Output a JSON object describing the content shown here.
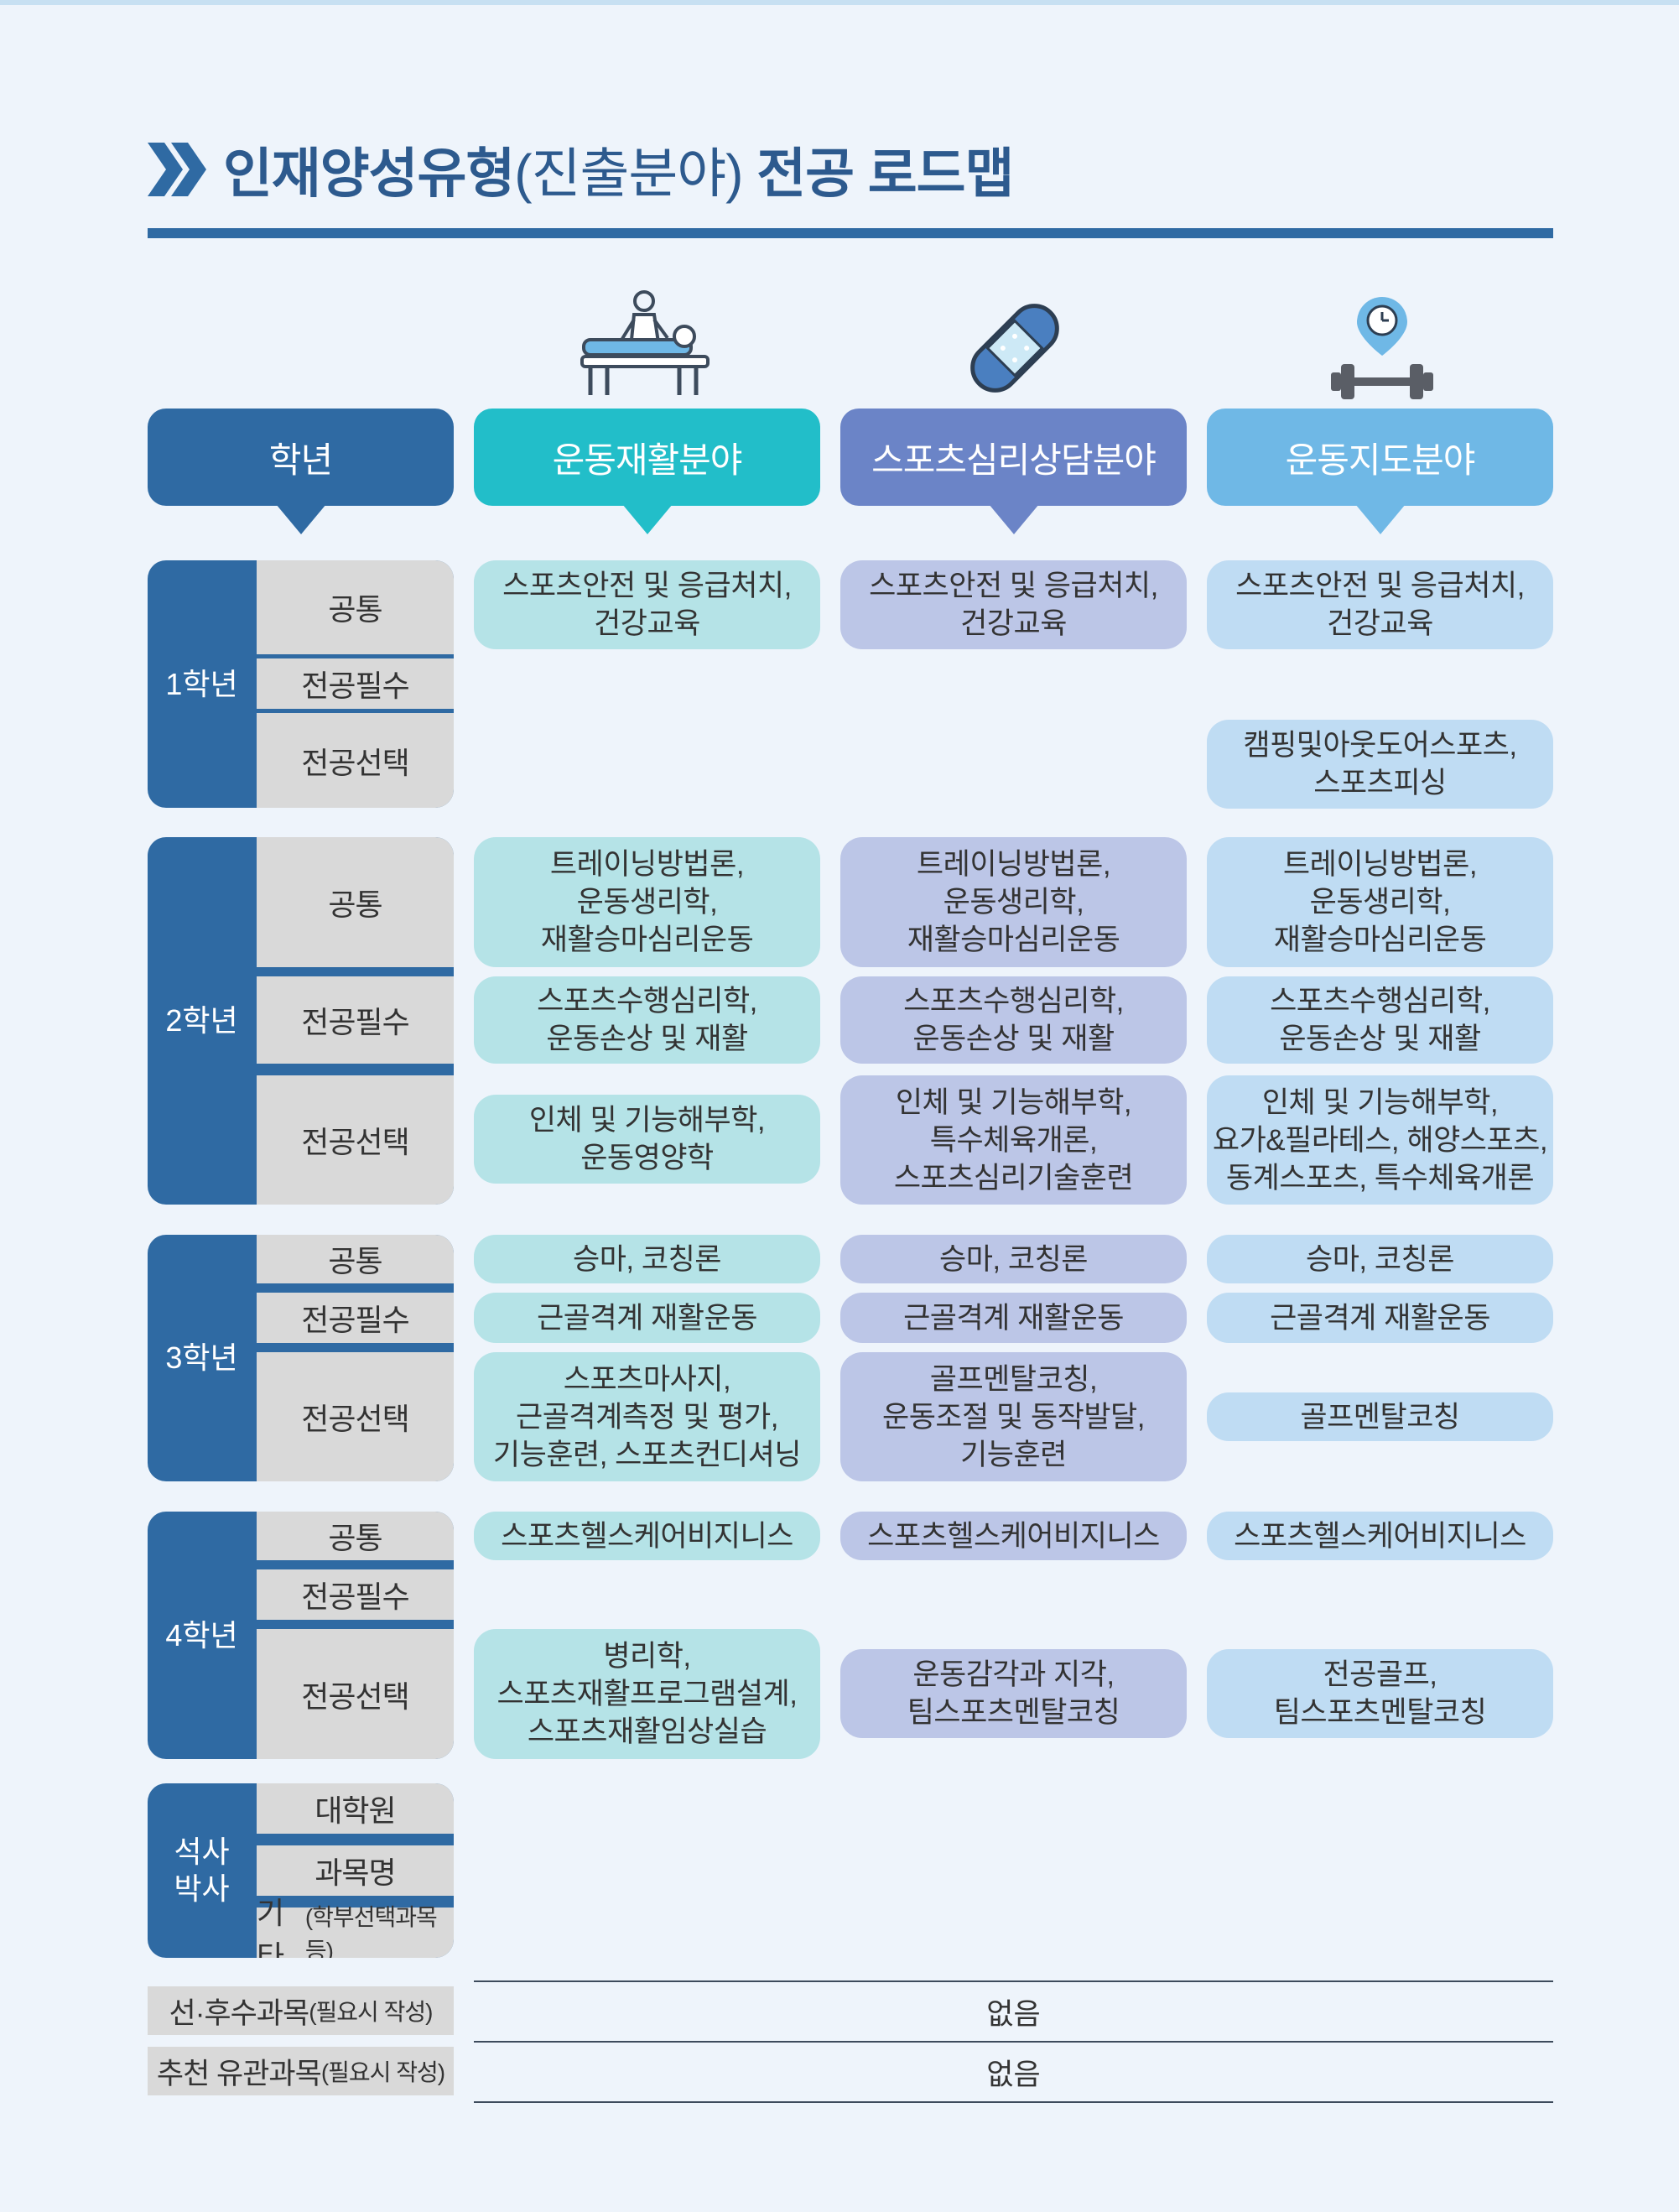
{
  "title": {
    "main": "인재양성유형",
    "paren": "(진출분야)",
    "tail": "전공 로드맵"
  },
  "icons": [
    "massage-therapy-icon",
    "bandage-icon",
    "dumbbell-timer-icon"
  ],
  "colors": {
    "grade": "#2f6aa3",
    "rehab": "#22bec9",
    "counsel": "#6b84c7",
    "coaching": "#6fb8e6"
  },
  "headers": {
    "grade": "학년",
    "c1": "운동재활분야",
    "c2": "스포츠심리상담분야",
    "c3": "운동지도분야"
  },
  "years": [
    {
      "label": "1학년",
      "rows": [
        {
          "type": "공통",
          "c1": "스포츠안전 및 응급처치,\n건강교육",
          "c2": "스포츠안전 및 응급처치,\n건강교육",
          "c3": "스포츠안전 및 응급처치,\n건강교육"
        },
        {
          "type": "전공필수",
          "c1": "",
          "c2": "",
          "c3": ""
        },
        {
          "type": "전공선택",
          "c1": "",
          "c2": "",
          "c3": "캠핑및아웃도어스포츠,\n스포츠피싱"
        }
      ]
    },
    {
      "label": "2학년",
      "rows": [
        {
          "type": "공통",
          "c1": "트레이닝방법론,\n운동생리학,\n재활승마심리운동",
          "c2": "트레이닝방법론,\n운동생리학,\n재활승마심리운동",
          "c3": "트레이닝방법론,\n운동생리학,\n재활승마심리운동"
        },
        {
          "type": "전공필수",
          "c1": "스포츠수행심리학,\n운동손상 및 재활",
          "c2": "스포츠수행심리학,\n운동손상 및 재활",
          "c3": "스포츠수행심리학,\n운동손상 및 재활"
        },
        {
          "type": "전공선택",
          "c1": "인체 및 기능해부학,\n운동영양학",
          "c2": "인체 및 기능해부학,\n특수체육개론,\n스포츠심리기술훈련",
          "c3": "인체 및 기능해부학,\n요가&필라테스, 해양스포츠,\n동계스포츠, 특수체육개론"
        }
      ]
    },
    {
      "label": "3학년",
      "rows": [
        {
          "type": "공통",
          "c1": "승마, 코칭론",
          "c2": "승마, 코칭론",
          "c3": "승마, 코칭론"
        },
        {
          "type": "전공필수",
          "c1": "근골격계 재활운동",
          "c2": "근골격계 재활운동",
          "c3": "근골격계 재활운동"
        },
        {
          "type": "전공선택",
          "c1": "스포츠마사지,\n근골격계측정 및 평가,\n기능훈련, 스포츠컨디셔닝",
          "c2": "골프멘탈코칭,\n운동조절 및 동작발달,\n기능훈련",
          "c3": "골프멘탈코칭"
        }
      ]
    },
    {
      "label": "4학년",
      "rows": [
        {
          "type": "공통",
          "c1": "스포츠헬스케어비지니스",
          "c2": "스포츠헬스케어비지니스",
          "c3": "스포츠헬스케어비지니스"
        },
        {
          "type": "전공필수",
          "c1": "",
          "c2": "",
          "c3": ""
        },
        {
          "type": "전공선택",
          "c1": "병리학,\n스포츠재활프로그램설계,\n스포츠재활임상실습",
          "c2": "운동감각과 지각,\n팀스포츠멘탈코칭",
          "c3": "전공골프,\n팀스포츠멘탈코칭"
        }
      ]
    },
    {
      "label": "석사\n박사",
      "rows": [
        {
          "type": "대학원"
        },
        {
          "type": "과목명"
        },
        {
          "type": "기타",
          "type_small": "(학부선택과목 등)"
        }
      ]
    }
  ],
  "extras": [
    {
      "label": "선·후수과목",
      "note": "(필요시 작성)",
      "value": "없음"
    },
    {
      "label": "추천 유관과목",
      "note": "(필요시 작성)",
      "value": "없음"
    }
  ]
}
